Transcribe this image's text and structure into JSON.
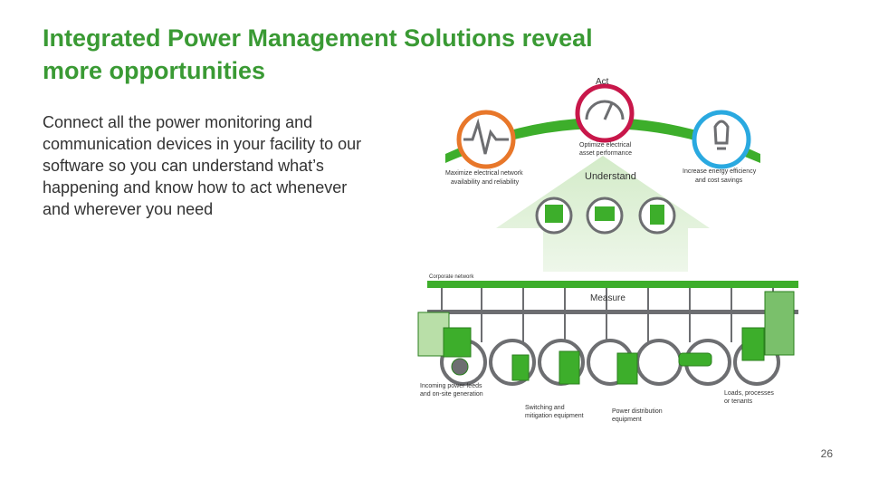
{
  "slide": {
    "title_line1": "Integrated Power Management Solutions reveal",
    "title_line2": "more opportunities",
    "body_lines": [
      "Connect all the power monitoring and",
      "communication devices in your facility to our",
      "software so you can understand what’s",
      "happening and know how to act whenever",
      "and wherever you need"
    ],
    "page_number": "26"
  },
  "diagram": {
    "act_label": "Act",
    "understand_label": "Understand",
    "measure_label": "Measure",
    "corporate_network_label": "Corporate network",
    "act_items": [
      {
        "line1": "Maximize electrical network",
        "line2": "availability and reliability",
        "icon": "pulse-icon",
        "color": "#e8772a"
      },
      {
        "line1": "Optimize electrical",
        "line2": "asset performance",
        "icon": "gauge-icon",
        "color": "#c8174a"
      },
      {
        "line1": "Increase energy efficiency",
        "line2": "and cost savings",
        "icon": "lightbulb-icon",
        "color": "#2aa9e0"
      }
    ],
    "measure_items": [
      {
        "line1": "Incoming power feeds",
        "line2": "and on-site generation"
      },
      {
        "line1": "Switching and",
        "line2": "mitigation equipment"
      },
      {
        "line1": "Power distribution",
        "line2": "equipment"
      },
      {
        "line1": "Loads, processes",
        "line2": "or tenants"
      }
    ],
    "colors": {
      "green": "#3dae2b",
      "light_green": "#cfe8c4",
      "gray": "#6d6e71"
    }
  }
}
